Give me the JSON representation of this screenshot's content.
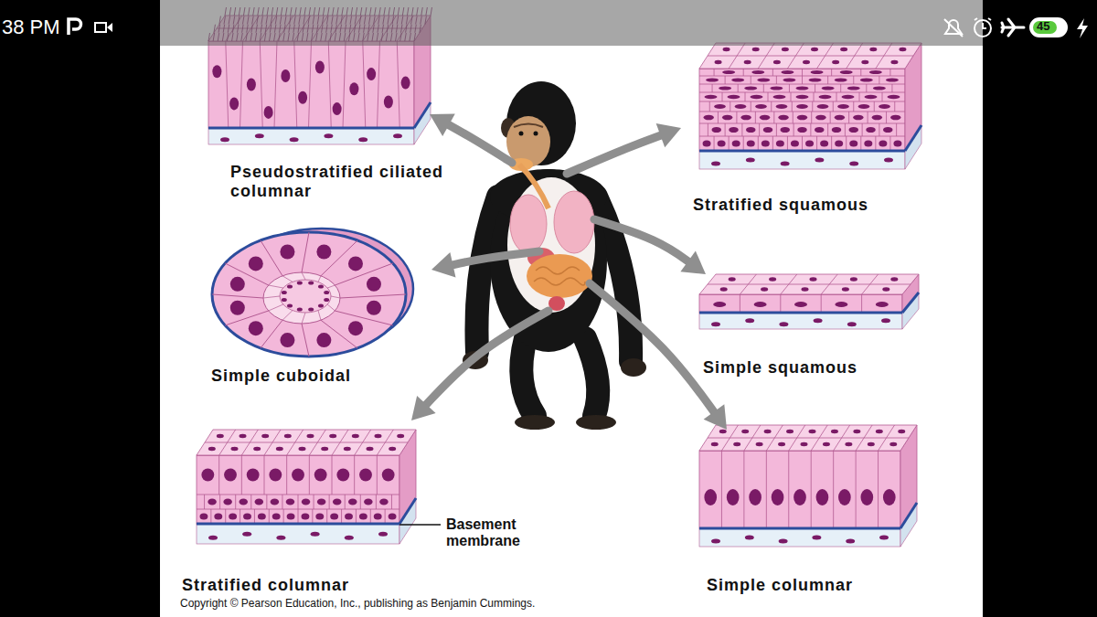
{
  "diagram": {
    "nodes": [
      {
        "text": [
          "Pseudostratified ciliated columnar"
        ]
      },
      {
        "text": [
          "Stratified squamous"
        ]
      },
      {
        "text": [
          "Simple cuboidal"
        ]
      },
      {
        "text": [
          "Simple squamous"
        ]
      },
      {
        "text": [
          "Stratified columnar"
        ]
      },
      {
        "text": [
          "Simple columnar"
        ]
      }
    ],
    "labels": [
      "38 PM",
      "45",
      "Basement membrane",
      "Copyright © Pearson Education, Inc., publishing as Benjamin Cummings."
    ]
  }
}
